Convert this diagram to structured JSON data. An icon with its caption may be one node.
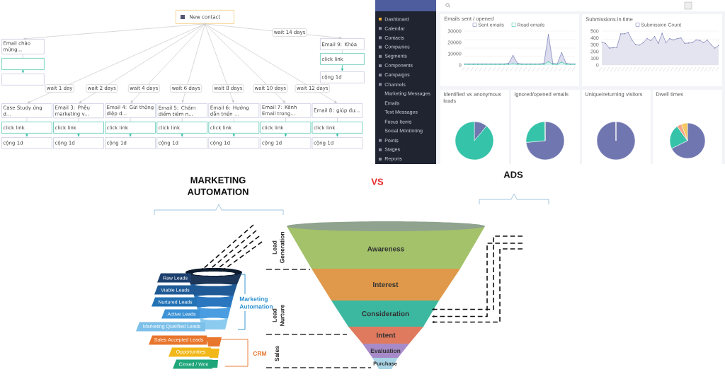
{
  "diagram": {
    "nodes": [
      {
        "text": [
          "New contact"
        ]
      },
      {
        "text": [
          "Email chào mừng..."
        ]
      },
      {
        "text": [
          "Case Study ứng d..."
        ]
      },
      {
        "text": [
          "Email 3: Phễu marketing v..."
        ]
      },
      {
        "text": [
          "Email 4: Gửi thông điệp đ..."
        ]
      },
      {
        "text": [
          "Email 5: Chấm điểm tiềm n..."
        ]
      },
      {
        "text": [
          "Email 6: Hướng dẫn triển ..."
        ]
      },
      {
        "text": [
          "Email 7: Kênh Email trong..."
        ]
      },
      {
        "text": [
          "Email 8: giúp đư..."
        ]
      },
      {
        "text": [
          "Email 9: Khóa"
        ]
      },
      {
        "text": [],
        "shape": "box"
      },
      {
        "text": [
          "click link"
        ]
      },
      {
        "text": [
          "click link"
        ]
      },
      {
        "text": [
          "click link"
        ]
      },
      {
        "text": [
          "click link"
        ]
      },
      {
        "text": [
          "click link"
        ]
      },
      {
        "text": [
          "click link"
        ]
      },
      {
        "text": [
          "click link"
        ]
      },
      {
        "text": [
          "click link"
        ]
      },
      {
        "text": [],
        "shape": "box"
      },
      {
        "text": [
          "cộng 1đ"
        ]
      },
      {
        "text": [
          "cộng 1đ"
        ]
      },
      {
        "text": [
          "cộng 1đ"
        ]
      },
      {
        "text": [
          "cộng 1đ"
        ]
      },
      {
        "text": [
          "cộng 1đ"
        ]
      },
      {
        "text": [
          "cộng 1đ"
        ]
      },
      {
        "text": [
          "cộng 1đ"
        ]
      },
      {
        "text": [
          "cộng 1đ"
        ]
      },
      {
        "text": [],
        "shape": "picture"
      },
      {
        "text": [
          "Raw Leads"
        ]
      },
      {
        "text": [
          "Viable Leads"
        ]
      },
      {
        "text": [
          "Nurtured Leads"
        ]
      },
      {
        "text": [
          "Active Leads"
        ]
      },
      {
        "text": [
          "Marketing Qualified Leads"
        ]
      },
      {
        "text": [
          "Sales Accepted Leads"
        ]
      },
      {
        "text": [
          "Opportunities"
        ]
      },
      {
        "text": [
          "Closed / Won"
        ]
      },
      {
        "text": [
          "Awareness"
        ]
      },
      {
        "text": [
          "Interest"
        ]
      },
      {
        "text": [
          "Consideration"
        ]
      },
      {
        "text": [
          "Intent"
        ]
      },
      {
        "text": [
          "Evaluation"
        ]
      },
      {
        "text": [
          "Purchase"
        ]
      }
    ],
    "edges": [
      {
        "from": 0,
        "to": 1,
        "arrow": "to"
      },
      {
        "from": 0,
        "to": 2,
        "arrow": "to",
        "label": "wait 1 day"
      },
      {
        "from": 0,
        "to": 3,
        "arrow": "to",
        "label": "wait 2 days"
      },
      {
        "from": 0,
        "to": 4,
        "arrow": "to",
        "label": "wait 4 days"
      },
      {
        "from": 0,
        "to": 5,
        "arrow": "to",
        "label": "wait 6 days"
      },
      {
        "from": 0,
        "to": 6,
        "arrow": "to",
        "label": "wait 8 days"
      },
      {
        "from": 0,
        "to": 7,
        "arrow": "to",
        "label": "wait 10 days"
      },
      {
        "from": 0,
        "to": 8,
        "arrow": "to",
        "label": "wait 12 days"
      },
      {
        "from": 0,
        "to": 9,
        "arrow": "to",
        "label": "wait 14 days"
      },
      {
        "from": 1,
        "to": 10,
        "arrow": "none"
      },
      {
        "from": 2,
        "to": 11,
        "arrow": "none"
      },
      {
        "from": 3,
        "to": 12,
        "arrow": "none"
      },
      {
        "from": 4,
        "to": 13,
        "arrow": "none"
      },
      {
        "from": 5,
        "to": 14,
        "arrow": "none"
      },
      {
        "from": 6,
        "to": 15,
        "arrow": "none"
      },
      {
        "from": 7,
        "to": 16,
        "arrow": "none"
      },
      {
        "from": 8,
        "to": 17,
        "arrow": "none"
      },
      {
        "from": 9,
        "to": 18,
        "arrow": "none"
      },
      {
        "from": 10,
        "to": 19,
        "arrow": "to",
        "color": "#1fb89a"
      },
      {
        "from": 11,
        "to": 20,
        "arrow": "to",
        "color": "#1fb89a"
      },
      {
        "from": 12,
        "to": 21,
        "arrow": "to",
        "color": "#1fb89a"
      },
      {
        "from": 13,
        "to": 22,
        "arrow": "to",
        "color": "#1fb89a"
      },
      {
        "from": 14,
        "to": 23,
        "arrow": "to",
        "color": "#1fb89a"
      },
      {
        "from": 15,
        "to": 24,
        "arrow": "to",
        "color": "#1fb89a"
      },
      {
        "from": 16,
        "to": 25,
        "arrow": "to",
        "color": "#1fb89a"
      },
      {
        "from": 17,
        "to": 26,
        "arrow": "to",
        "color": "#1fb89a"
      },
      {
        "from": 18,
        "to": 27,
        "arrow": "to",
        "color": "#1fb89a"
      },
      {
        "from": null,
        "to": 28,
        "arrow": "to",
        "style": "dashed",
        "color": "#111111"
      },
      {
        "from": null,
        "to": 28,
        "arrow": "to",
        "style": "dashed",
        "color": "#111111"
      },
      {
        "from": null,
        "to": 28,
        "arrow": "to",
        "style": "dashed",
        "color": "#111111"
      },
      {
        "from": null,
        "to": 28,
        "arrow": "to",
        "style": "dashed",
        "color": "#111111"
      },
      {
        "from": null,
        "to": 39,
        "arrow": "to",
        "style": "dashed",
        "color": "#111111"
      },
      {
        "from": null,
        "to": 39,
        "arrow": "to",
        "style": "dashed",
        "color": "#111111"
      },
      {
        "from": null,
        "to": 39,
        "arrow": "to",
        "style": "dashed",
        "color": "#111111"
      }
    ],
    "labels": [
      "Dashboard",
      "Calendar",
      "Contacts",
      "Companies",
      "Segments",
      "Components",
      "Campaigns",
      "Channels",
      "Marketing Messages",
      "Emails",
      "Text Messages",
      "Focus Items",
      "Social Monitoring",
      "Points",
      "Stages",
      "Reports",
      "Emails sent / opened",
      "Submissions in time",
      "Identified vs anonymous leads",
      "Ignored/opened emails",
      "Unique/returning visitors",
      "Dwell times",
      "Sent emails",
      "Read emails",
      "Submission Count",
      "30000",
      "20000",
      "10000",
      "0",
      "500",
      "400",
      "300",
      "200",
      "100",
      "0",
      "MARKETING AUTOMATION",
      "VS",
      "ADS",
      "Lead Generation",
      "Marketing Automation",
      "Lead Nurture",
      "CRM",
      "Sales"
    ]
  }
}
